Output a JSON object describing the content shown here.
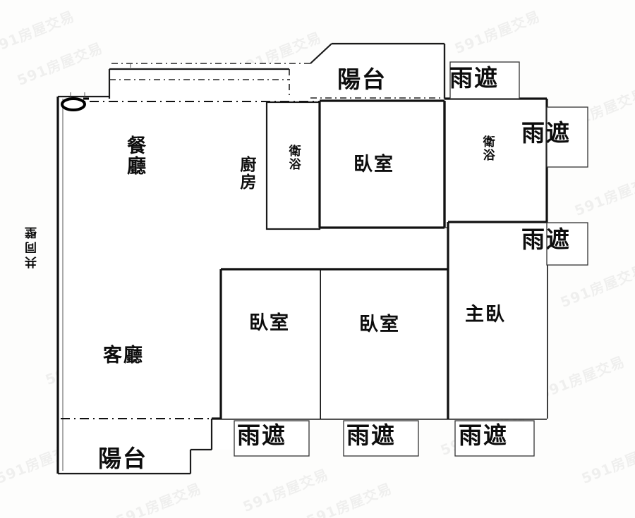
{
  "document": {
    "kind": "floor-plan",
    "watermark_text": "591房屋交易",
    "background_color": "#fdfdfc",
    "line_color": "#111111"
  },
  "rooms": [
    {
      "id": "dining",
      "label": "餐廳",
      "name": "dining-room"
    },
    {
      "id": "kitchen",
      "label": "廚房",
      "name": "kitchen"
    },
    {
      "id": "bath_inner",
      "label": "衛浴",
      "name": "bathroom-inner"
    },
    {
      "id": "bedroom_top",
      "label": "臥室",
      "name": "bedroom-top"
    },
    {
      "id": "bath_right",
      "label": "衛浴",
      "name": "bathroom-right"
    },
    {
      "id": "living",
      "label": "客廳",
      "name": "living-room"
    },
    {
      "id": "bedroom_left",
      "label": "臥室",
      "name": "bedroom-left"
    },
    {
      "id": "bedroom_mid",
      "label": "臥室",
      "name": "bedroom-middle"
    },
    {
      "id": "master",
      "label": "主臥",
      "name": "master-bedroom"
    },
    {
      "id": "balcony_top",
      "label": "陽台",
      "name": "balcony-top"
    },
    {
      "id": "balcony_bottom",
      "label": "陽台",
      "name": "balcony-bottom"
    }
  ],
  "annotations": [
    {
      "id": "awning_top",
      "label": "雨遮",
      "name": "awning-top"
    },
    {
      "id": "awning_r1",
      "label": "雨遮",
      "name": "awning-right-upper"
    },
    {
      "id": "awning_r2",
      "label": "雨遮",
      "name": "awning-right-lower"
    },
    {
      "id": "awning_b1",
      "label": "雨遮",
      "name": "awning-bottom-left"
    },
    {
      "id": "awning_b2",
      "label": "雨遮",
      "name": "awning-bottom-middle"
    },
    {
      "id": "awning_b3",
      "label": "雨遮",
      "name": "awning-bottom-right"
    },
    {
      "id": "shared_wall",
      "label": "共同壁",
      "name": "shared-wall"
    }
  ]
}
